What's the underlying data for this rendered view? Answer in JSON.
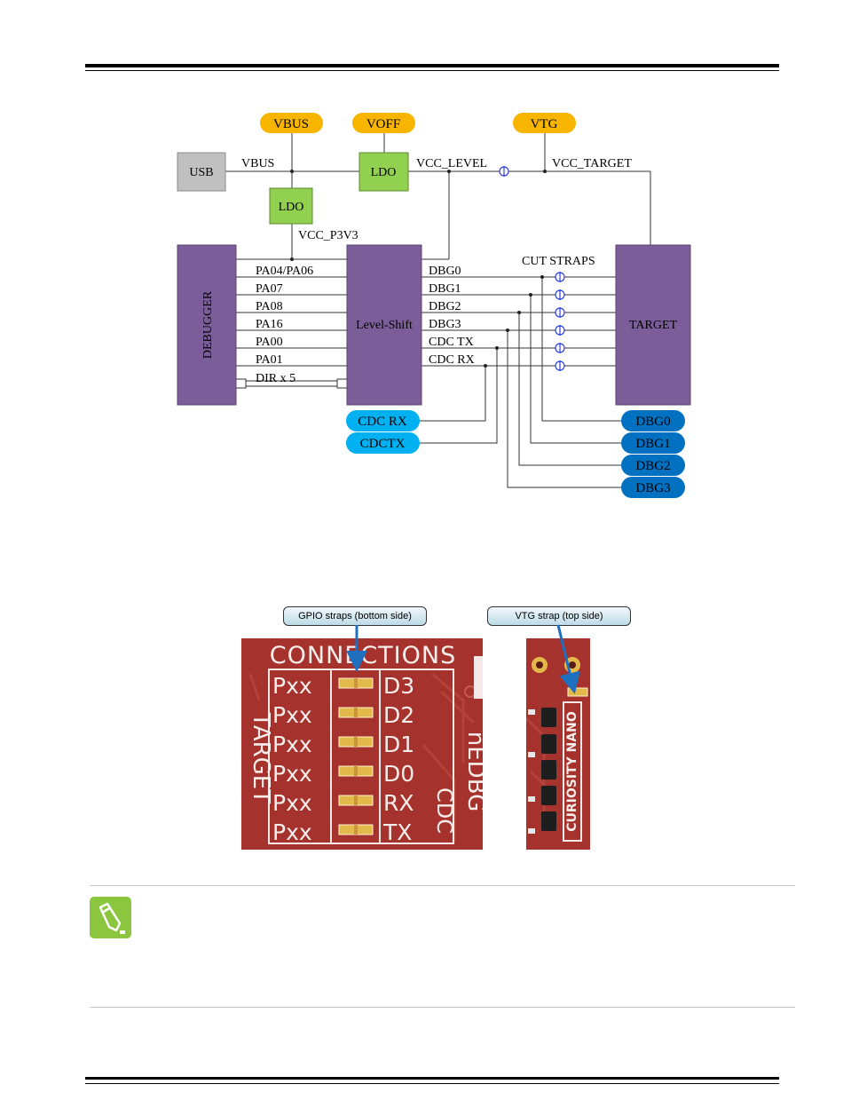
{
  "diagram": {
    "rails": {
      "vbus": "VBUS",
      "voff": "VOFF",
      "vtg": "VTG"
    },
    "blocks": {
      "usb": "USB",
      "ldo_top": "LDO",
      "ldo_left": "LDO",
      "debugger": "DEBUGGER",
      "level_shift": "Level-Shift",
      "target": "TARGET"
    },
    "nets": {
      "vbus": "VBUS",
      "vcc_level": "VCC_LEVEL",
      "vcc_target": "VCC_TARGET",
      "vcc_p3v3": "VCC_P3V3",
      "cut_straps": "CUT STRAPS"
    },
    "debugger_signals": [
      "PA04/PA06",
      "PA07",
      "PA08",
      "PA16",
      "PA00",
      "PA01",
      "DIR x 5"
    ],
    "shifter_signals": [
      "DBG0",
      "DBG1",
      "DBG2",
      "DBG3",
      "CDC TX",
      "CDC RX"
    ],
    "cdc_pills": [
      "CDC RX",
      "CDCTX"
    ],
    "dbg_pills": [
      "DBG0",
      "DBG1",
      "DBG2",
      "DBG3"
    ]
  },
  "photos": {
    "callout_left": "GPIO straps (bottom side)",
    "callout_right": "VTG strap (top side)",
    "left_board": {
      "heading": "CONNECTIONS",
      "side_left": "TARGET",
      "side_right": "nEDBG",
      "pxx": [
        "Pxx",
        "Pxx",
        "Pxx",
        "Pxx",
        "Pxx",
        "Pxx"
      ],
      "pins": [
        "D3",
        "D2",
        "D1",
        "D0",
        "RX",
        "TX"
      ],
      "cdc": "CDC"
    },
    "right_board": {
      "label": "CURIOSITY NANO"
    }
  },
  "colors": {
    "rail": "#f7b500",
    "ldo": "#92d050",
    "usb": "#c0c0c0",
    "block": "#7b5d99",
    "pill_light": "#00b0f0",
    "pill_dark": "#0070c0",
    "pcb": "#a5322c",
    "pad": "#e3b94c",
    "note_icon": "#8cc63f"
  }
}
